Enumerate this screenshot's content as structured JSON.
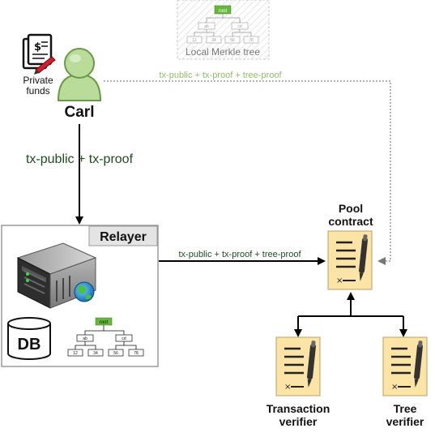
{
  "merkle_top": {
    "caption": "Local Merkle tree",
    "root": "root",
    "level1": [
      "ab",
      "cd"
    ],
    "level2": [
      "12",
      "34",
      "56",
      "78"
    ]
  },
  "carl": {
    "name": "Carl",
    "funds_line1": "Private",
    "funds_line2": "funds"
  },
  "edges": {
    "carl_to_relayer": "tx-public + tx-proof",
    "carl_to_pool": "tx-public + tx-proof + tree-proof",
    "relayer_to_pool": "tx-public + tx-proof + tree-proof"
  },
  "relayer": {
    "title": "Relayer",
    "db": "DB",
    "tree_root": "root",
    "tree_level1": [
      "ab",
      "cd"
    ],
    "tree_level2": [
      "12",
      "34",
      "56",
      "78"
    ]
  },
  "pool": {
    "line1": "Pool",
    "line2": "contract"
  },
  "tx_verifier": {
    "line1": "Transaction",
    "line2": "verifier"
  },
  "tree_verifier": {
    "line1": "Tree",
    "line2": "verifier"
  },
  "colors": {
    "green_text": "#1e4d1e",
    "light_green_text": "#8fbc6a",
    "carl_body": "#b9dc9a",
    "carl_stroke": "#6a9a45",
    "contract_bg": "#fbe4a6",
    "relayer_border": "#9a9a9a",
    "root_node": "#66b83a"
  }
}
